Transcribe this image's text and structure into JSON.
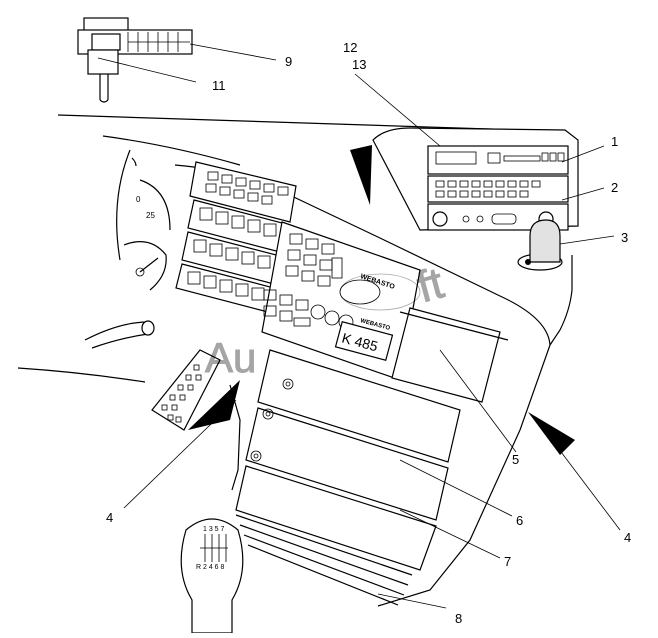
{
  "diagram": {
    "callouts": [
      {
        "id": "1",
        "label": "1"
      },
      {
        "id": "2",
        "label": "2"
      },
      {
        "id": "3",
        "label": "3"
      },
      {
        "id": "4a",
        "label": "4"
      },
      {
        "id": "4b",
        "label": "4"
      },
      {
        "id": "5",
        "label": "5"
      },
      {
        "id": "6",
        "label": "6"
      },
      {
        "id": "7",
        "label": "7"
      },
      {
        "id": "8",
        "label": "8"
      },
      {
        "id": "9",
        "label": "9"
      },
      {
        "id": "11",
        "label": "11"
      },
      {
        "id": "12",
        "label": "12"
      },
      {
        "id": "13",
        "label": "13"
      }
    ],
    "display_text": "K 485",
    "brand_text": "WEBASTO",
    "gauge_labels": [
      "0",
      "25"
    ],
    "gear_pattern": {
      "top": "1 3 5 7",
      "bottom": "R 2 4 6 8"
    }
  }
}
